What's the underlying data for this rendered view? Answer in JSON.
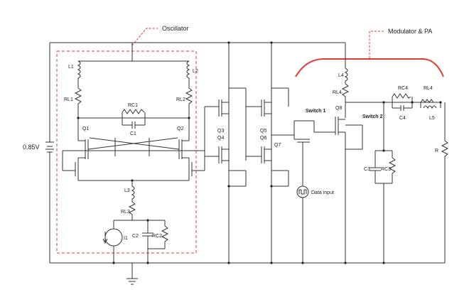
{
  "callouts": {
    "oscillator": "Oscillator",
    "modulator_pa": "Modulator & PA"
  },
  "supply": "0.85V",
  "components": {
    "L1": "L1",
    "L2": "L2",
    "RL1": "RL1",
    "RL2": "RL2",
    "RC1": "RC1",
    "C1": "C1",
    "Q1": "Q1",
    "Q2": "Q2",
    "L3": "L3",
    "RL3": "RL3",
    "I1": "I1",
    "C2": "C2",
    "RC2": "RC2",
    "Q3": "Q3",
    "Q4": "Q4",
    "Q5": "Q5",
    "Q6": "Q6",
    "Q7": "Q7",
    "L4": "L4",
    "RL4a": "RL4",
    "Q8": "Q8",
    "RC4": "RC4",
    "C4": "C4",
    "RL4b": "RL4",
    "L5": "L5",
    "C3": "C3",
    "RC3": "RC3",
    "R": "R"
  },
  "switches": {
    "s1": "Switch 1",
    "s2": "Switch 2"
  },
  "data_input": "Data input",
  "colors": {
    "callout": "#e53935",
    "wire": "#333333"
  }
}
